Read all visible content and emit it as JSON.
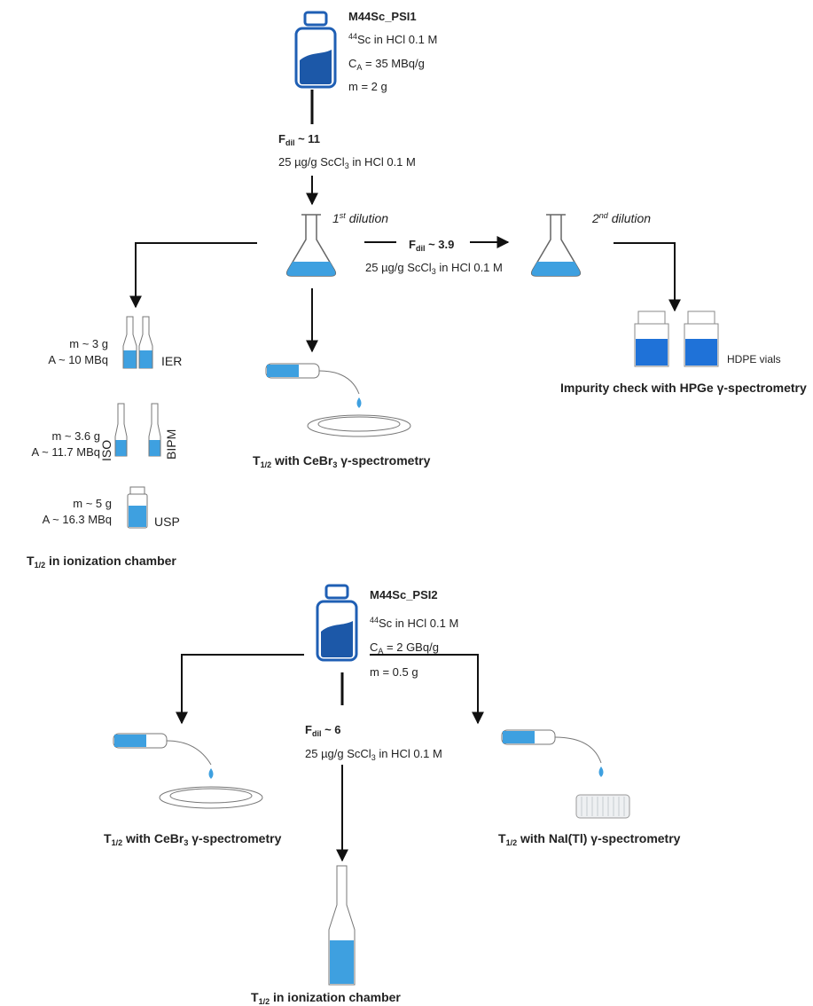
{
  "source1": {
    "name": "M44Sc_PSI1",
    "nuclide_mass": "44",
    "solution_text": "Sc in HCl 0.1 M",
    "ca_label": "C",
    "ca_sub": "A",
    "ca_value": " = 35 MBq/g",
    "mass": "m = 2 g"
  },
  "dilution_step_1": {
    "fdil_label": "F",
    "fdil_sub": "dil",
    "fdil_value": " ~ 11",
    "solvent_pre": "25 µg/g ScCl",
    "solvent_sub": "3",
    "solvent_post": " in HCl 0.1 M"
  },
  "flask1": {
    "ord": "1",
    "ord_sup": "st",
    "label": " dilution"
  },
  "dilution_step_2": {
    "fdil_label": "F",
    "fdil_sub": "dil",
    "fdil_value": " ~ 3.9",
    "solvent_pre": "25 µg/g ScCl",
    "solvent_sub": "3",
    "solvent_post": " in HCl 0.1 M"
  },
  "flask2": {
    "ord": "2",
    "ord_sup": "nd",
    "label": " dilution"
  },
  "ampoules_ier": {
    "mass": "m ~ 3 g",
    "activity": "A ~ 10 MBq",
    "label": "IER"
  },
  "ampoules_iso": {
    "mass": "m ~ 3.6 g",
    "activity": "A ~ 11.7 MBq",
    "label_left": "ISO",
    "label_right": "BIPM"
  },
  "vial_usp": {
    "mass": "m ~ 5 g",
    "activity": "A ~ 16.3 MBq",
    "label": "USP"
  },
  "caption_ion1": {
    "t": "T",
    "sub": "1/2",
    "rest": " in ionization chamber"
  },
  "caption_cebr1": {
    "t": "T",
    "sub": "1/2",
    "rest": " with CeBr",
    "sub2": "3",
    "rest2": " γ-spectrometry"
  },
  "hdpe": {
    "label": "HDPE vials",
    "caption": "Impurity check with HPGe γ-spectrometry"
  },
  "source2": {
    "name": "M44Sc_PSI2",
    "nuclide_mass": "44",
    "solution_text": "Sc in HCl 0.1 M",
    "ca_label": "C",
    "ca_sub": "A",
    "ca_value": " = 2 GBq/g",
    "mass": "m = 0.5 g"
  },
  "dilution_step_3": {
    "fdil_label": "F",
    "fdil_sub": "dil",
    "fdil_value": " ~ 6",
    "solvent_pre": "25 µg/g ScCl",
    "solvent_sub": "3",
    "solvent_post": " in HCl 0.1 M"
  },
  "caption_cebr2": {
    "t": "T",
    "sub": "1/2",
    "rest": " with CeBr",
    "sub2": "3",
    "rest2": " γ-spectrometry"
  },
  "caption_nai": {
    "t": "T",
    "sub": "1/2",
    "rest": " with NaI(Tl) γ-spectrometry"
  },
  "caption_ion2": {
    "t": "T",
    "sub": "1/2",
    "rest": " in ionization chamber"
  },
  "colors": {
    "bottle_blue": "#1f5fb4",
    "liquid_blue": "#3ea0e0",
    "deep_blue": "#1c58a8",
    "arrow": "#111111",
    "outline": "#555555"
  }
}
